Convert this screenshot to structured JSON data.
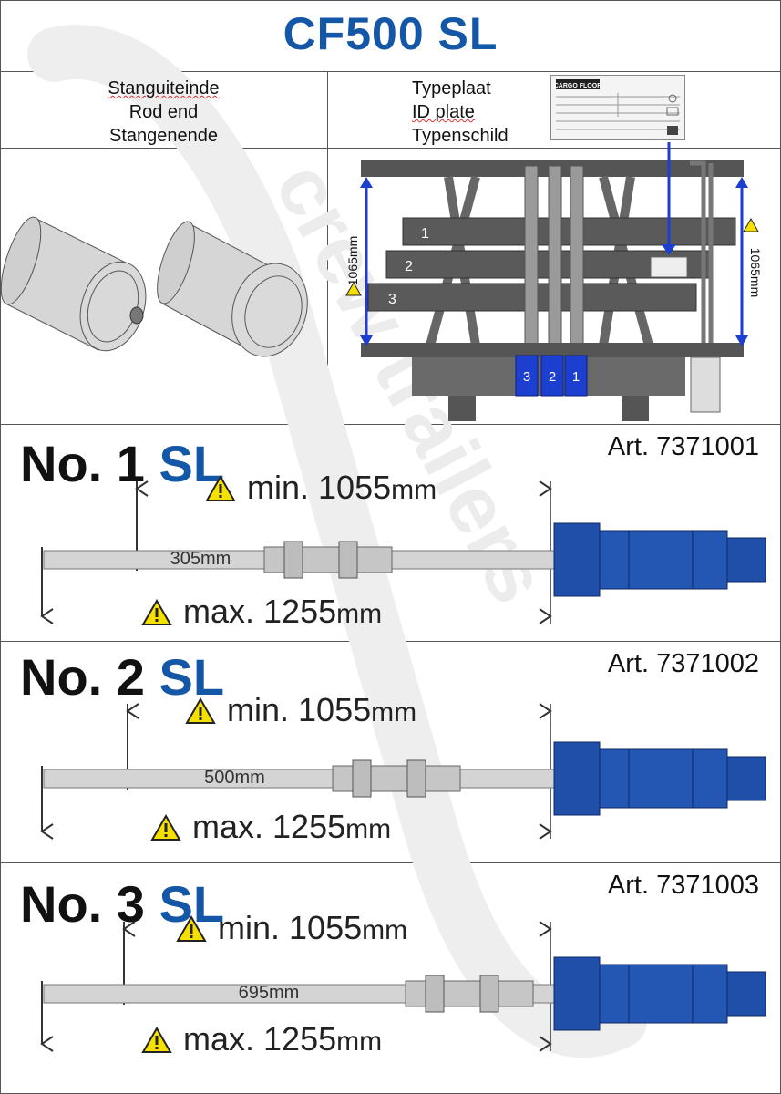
{
  "header": {
    "title": "CF500 SL"
  },
  "rod_end": {
    "lines": [
      "Stanguiteinde",
      "Rod end",
      "Stangenende"
    ]
  },
  "id_plate": {
    "lines": [
      "Typeplaat",
      "ID plate",
      "Typenschild"
    ],
    "brand": "CARGO FLOOR"
  },
  "diagram": {
    "height_left": "1065mm",
    "height_right": "1065mm",
    "beams": [
      "1",
      "2",
      "3"
    ],
    "cylinders": [
      "3",
      "2",
      "1"
    ]
  },
  "watermark": "crew trailers",
  "cylinders": [
    {
      "no": "No. 1",
      "sl": "SL",
      "art": "Art. 7371001",
      "min_value": "1055",
      "min_prefix": "min.",
      "unit": "mm",
      "max_prefix": "max.",
      "max_value": "1255",
      "rod_end_length": "305mm"
    },
    {
      "no": "No. 2",
      "sl": "SL",
      "art": "Art. 7371002",
      "min_value": "1055",
      "min_prefix": "min.",
      "unit": "mm",
      "max_prefix": "max.",
      "max_value": "1255",
      "rod_end_length": "500mm"
    },
    {
      "no": "No. 3",
      "sl": "SL",
      "art": "Art. 7371003",
      "min_value": "1055",
      "min_prefix": "min.",
      "unit": "mm",
      "max_prefix": "max.",
      "max_value": "1255",
      "rod_end_length": "695mm"
    }
  ],
  "colors": {
    "title_blue": "#1457a6",
    "cylinder_blue": "#1f4fa8",
    "rod_grey": "#c9c9c9",
    "warning_yellow": "#f5e000"
  }
}
